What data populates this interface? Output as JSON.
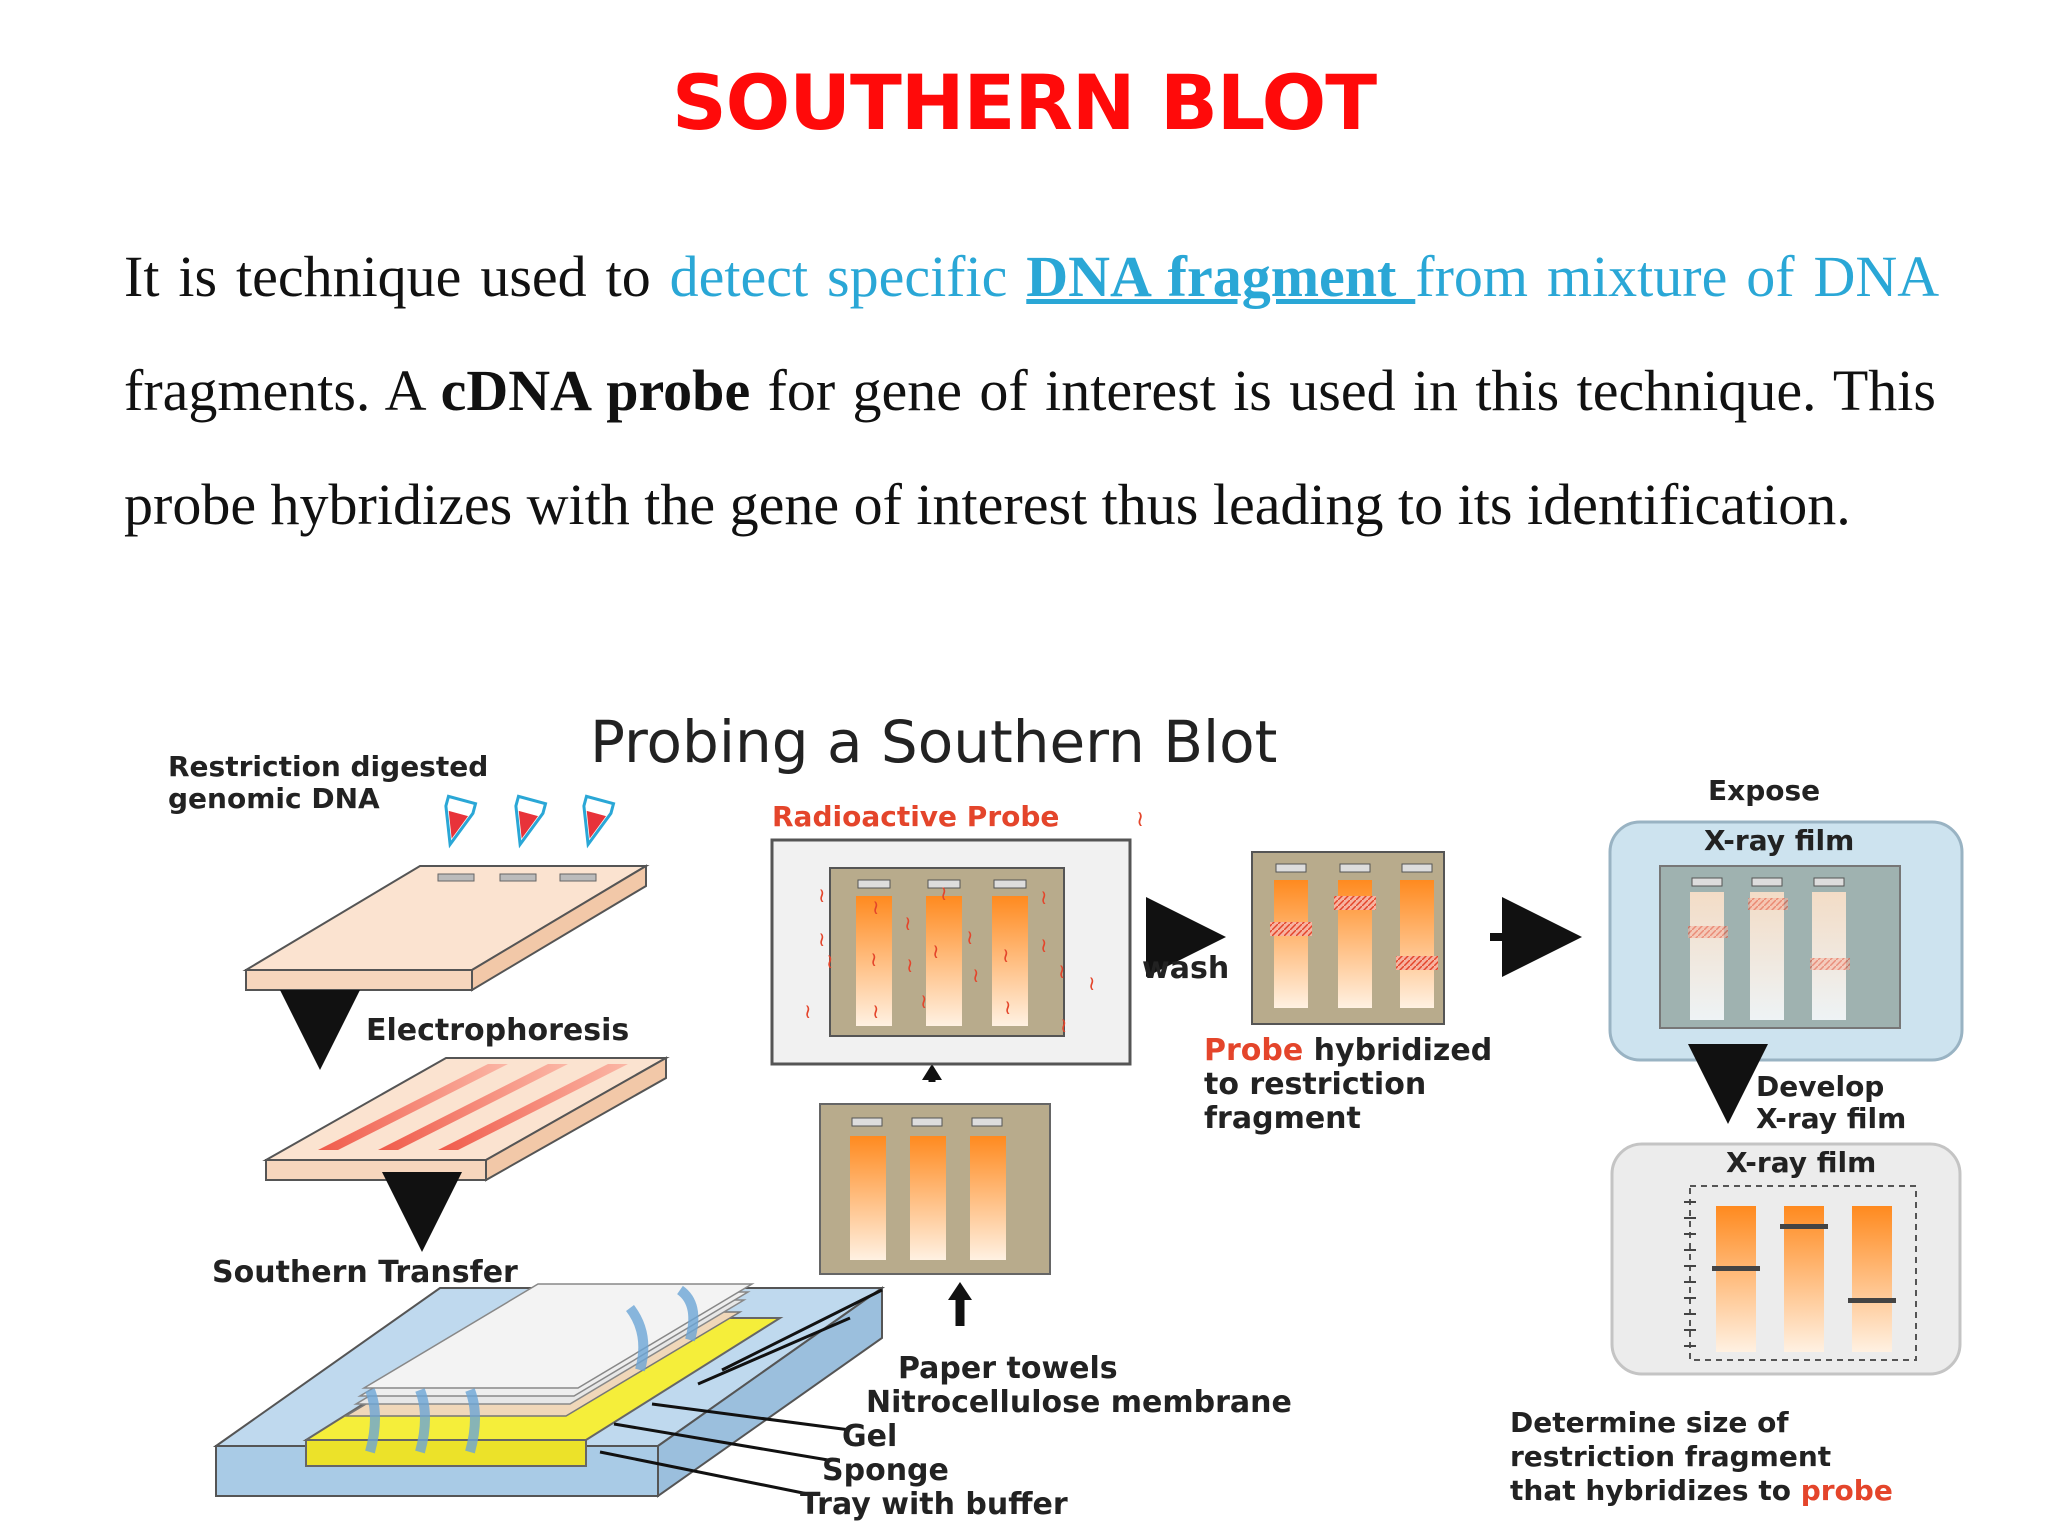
{
  "title": "SOUTHERN BLOT",
  "paragraph": {
    "s1": "It is technique used to ",
    "s2": "detect specific ",
    "s3": "DNA fragment ",
    "s4": "from mixture of DNA",
    "s5": " fragments. A ",
    "s6": "cDNA probe",
    "s7": " for gene of interest is used in this technique. This probe hybridizes with the gene of interest thus leading to its identification."
  },
  "diagram": {
    "heading": "Probing a Southern Blot",
    "restriction_line1": "Restriction digested",
    "restriction_line2": "genomic DNA",
    "electrophoresis": "Electrophoresis",
    "southern_transfer": "Southern Transfer",
    "radioactive_probe": "Radioactive Probe",
    "wash": "wash",
    "probe_word": "Probe",
    "hybridized": " hybridized",
    "to_restriction": "to restriction",
    "fragment": "fragment",
    "expose": "Expose",
    "xray_film_top": "X-ray film",
    "develop": "Develop",
    "develop_film": "X-ray film",
    "xray_film_bottom": "X-ray film",
    "paper_towels": "Paper towels",
    "nitrocellulose": "Nitrocellulose membrane",
    "gel": "Gel",
    "sponge": "Sponge",
    "tray": "Tray with buffer",
    "determine1": "Determine size of",
    "determine2": "restriction fragment",
    "determine3": "that hybridizes to ",
    "determine_probe": "probe"
  },
  "colors": {
    "title": "#ff0a0a",
    "link": "#2aa7d6",
    "probe_red": "#e4452b",
    "gel_band_orange": "#ff8a1f"
  }
}
